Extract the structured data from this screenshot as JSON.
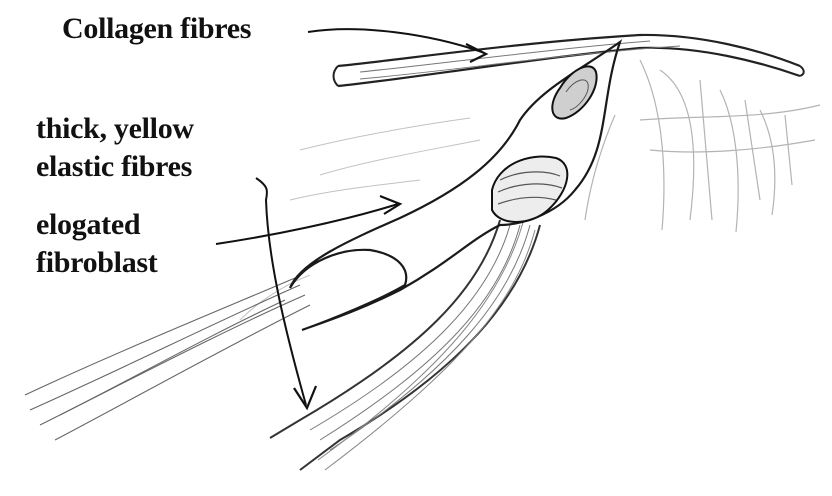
{
  "labels": {
    "collagen": "Collagen fibres",
    "elastic_line1": "thick, yellow",
    "elastic_line2": "elastic fibres",
    "fibroblast_line1": "elogated",
    "fibroblast_line2": "fibroblast"
  },
  "colors": {
    "ink": "#111111",
    "sketch": "#555555",
    "light_sketch": "#9a9a9a",
    "background": "#ffffff"
  }
}
